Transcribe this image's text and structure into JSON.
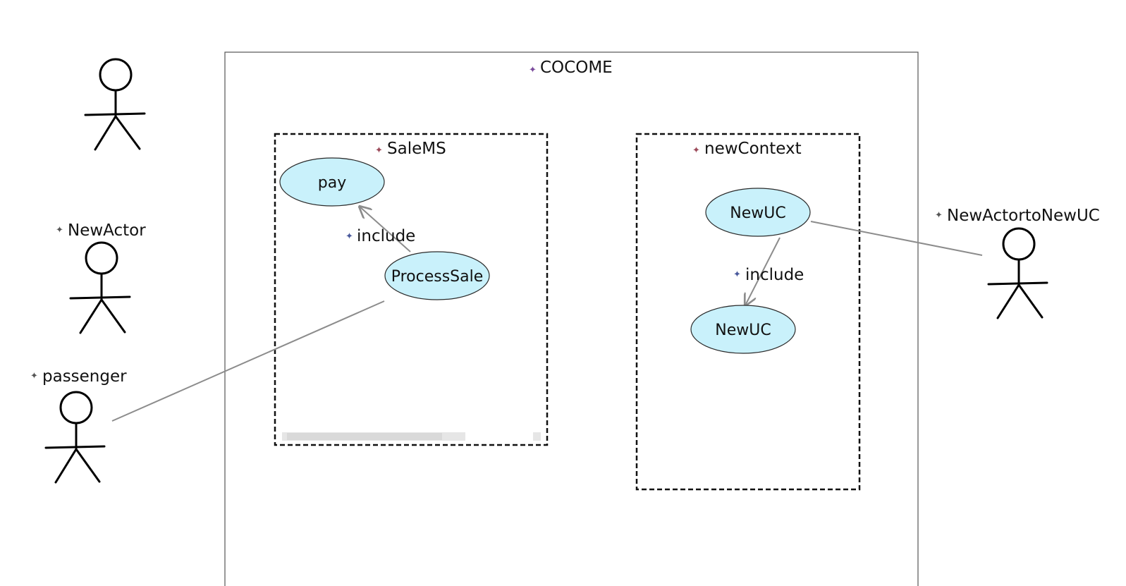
{
  "diagram": {
    "system": {
      "name": "COCOME"
    },
    "contexts": [
      {
        "id": "salems",
        "name": "SaleMS"
      },
      {
        "id": "newcontext",
        "name": "newContext"
      }
    ],
    "use_cases": [
      {
        "id": "pay",
        "label": "pay"
      },
      {
        "id": "processsale",
        "label": "ProcessSale"
      },
      {
        "id": "newuc1",
        "label": "NewUC"
      },
      {
        "id": "newuc2",
        "label": "NewUC"
      }
    ],
    "relations": [
      {
        "type": "include",
        "label": "include",
        "from": "processsale",
        "to": "pay"
      },
      {
        "type": "include",
        "label": "include",
        "from": "newuc1",
        "to": "newuc2"
      }
    ],
    "actors": [
      {
        "id": "unnamed",
        "name": ""
      },
      {
        "id": "newactor",
        "name": "NewActor"
      },
      {
        "id": "passenger",
        "name": "passenger"
      },
      {
        "id": "newactortonewuc",
        "name": "NewActortoNewUC"
      }
    ],
    "associations": [
      {
        "from": "passenger",
        "to": "processsale"
      },
      {
        "from": "newactortonewuc",
        "to": "newuc1"
      }
    ]
  },
  "colors": {
    "use_case_fill": "#c9f1fb",
    "use_case_stroke": "#2a2a2a",
    "connector": "#8c8c8c",
    "system_marker": "#7a4a9c",
    "context_marker": "#9c4a5a",
    "include_marker": "#4a5a9c",
    "actor_marker": "#555555"
  },
  "icons": {
    "element_marker": "sparkle-icon",
    "actor": "stick-figure-icon"
  }
}
